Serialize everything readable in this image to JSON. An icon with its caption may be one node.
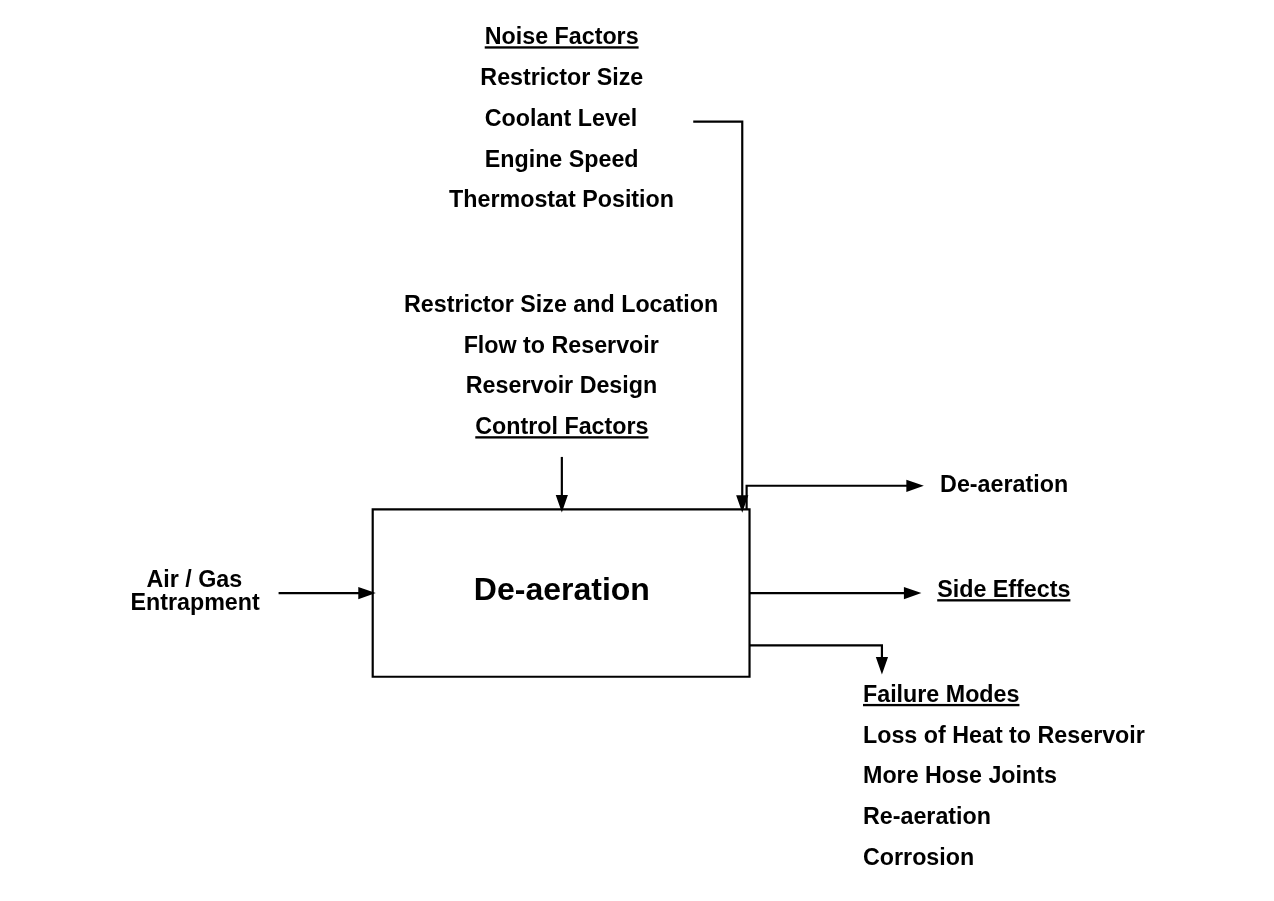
{
  "diagram": {
    "nodes": [
      {
        "text": [
          "Noise Factors",
          "Restrictor Size",
          "Coolant Level",
          "Engine Speed",
          "Thermostat Position"
        ]
      },
      {
        "text": [
          "Air / Gas Entrapment"
        ]
      },
      {
        "text": [
          "De-aeration"
        ]
      },
      {
        "text": [
          "Restrictor Size and Location",
          "Flow to Reservoir",
          "Reservoir Design",
          "Control Factors"
        ]
      },
      {
        "text": [
          "De-aeration"
        ]
      },
      {
        "text": [
          "Side Effects"
        ]
      },
      {
        "text": [
          "Failure Modes",
          "Loss of Heat to Reservoir",
          "More Hose Joints",
          "Re-aeration",
          "Corrosion"
        ]
      }
    ],
    "edges": [
      {
        "from": 0,
        "to": 2,
        "arrow": "to"
      },
      {
        "from": 1,
        "to": 2,
        "arrow": "to"
      },
      {
        "from": 3,
        "to": 2,
        "arrow": "to"
      },
      {
        "from": 2,
        "to": 4,
        "arrow": "to"
      },
      {
        "from": 2,
        "to": 5,
        "arrow": "to"
      },
      {
        "from": 2,
        "to": 6,
        "arrow": "to"
      }
    ]
  }
}
